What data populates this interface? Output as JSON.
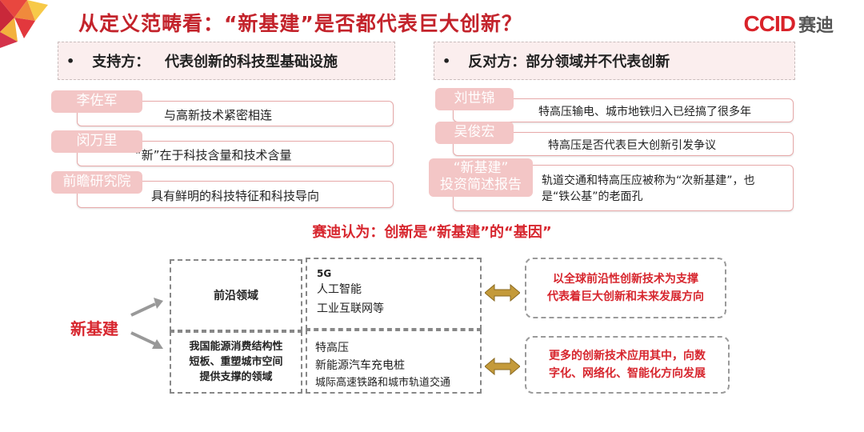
{
  "header": {
    "title": "从定义范畴看：“新基建”是否都代表巨大创新？",
    "logo_en": "CCID",
    "logo_cn": "赛迪"
  },
  "support": {
    "heading": "支持方：   代表创新的科技型基础设施",
    "items": [
      {
        "person": "李佐军",
        "text": "与高新技术紧密相连"
      },
      {
        "person": "闵万里",
        "text": "“新”在于科技含量和技术含量"
      },
      {
        "person": "前瞻研究院",
        "text": "具有鲜明的科技特征和科技导向"
      }
    ]
  },
  "oppose": {
    "heading": "反对方：部分领域并不代表创新",
    "items": [
      {
        "person": "刘世锦",
        "text": "特高压输电、城市地铁归入已经搞了很多年"
      },
      {
        "person": "吴俊宏",
        "text": "特高压是否代表巨大创新引发争议"
      },
      {
        "person_line1": "“新基建”",
        "person_line2": "投资简述报告",
        "text": "轨道交通和特高压应被称为“次新基建”，也是“铁公基”的老面孔"
      }
    ]
  },
  "conclusion": "赛迪认为：创新是“新基建”的“基因”",
  "diagram": {
    "root": "新基建",
    "rows": [
      {
        "domain": "前沿领域",
        "examples": [
          "5G",
          "人工智能",
          "工业互联网等"
        ],
        "summary_line1": "以全球前沿性创新技术为支撑",
        "summary_line2": "代表着巨大创新和未来发展方向"
      },
      {
        "domain_line1": "我国能源消费结构性",
        "domain_line2": "短板、重塑城市空间",
        "domain_line3": "提供支撑的领域",
        "examples": [
          "特高压",
          "新能源汽车充电桩",
          "城际高速铁路和城市轨道交通"
        ],
        "summary_line1": "更多的创新技术应用其中，向数",
        "summary_line2": "字化、网络化、智能化方向发展"
      }
    ]
  },
  "colors": {
    "accent": "#c3232b",
    "tag_bg": "#f3c6c6",
    "arrow": "#c49a3a"
  }
}
